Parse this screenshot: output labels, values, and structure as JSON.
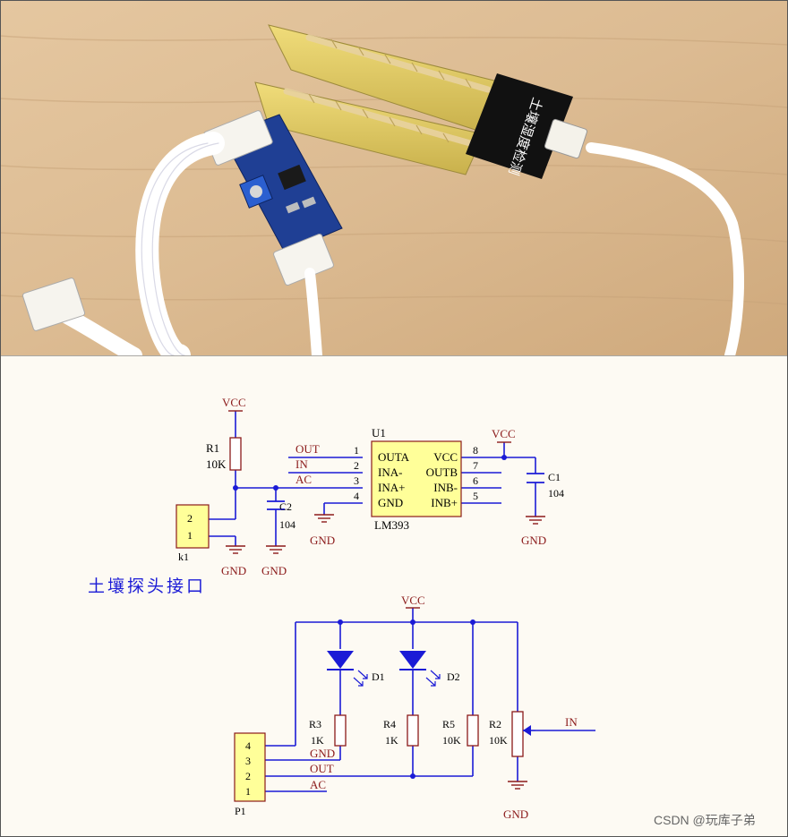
{
  "photo": {
    "module_label": "土壤湿度检测"
  },
  "schematic": {
    "comparator": {
      "designator": "U1",
      "part": "LM393",
      "pins_left": [
        {
          "num": "1",
          "name": "OUTA",
          "net": "OUT"
        },
        {
          "num": "2",
          "name": "INA-",
          "net": "IN"
        },
        {
          "num": "3",
          "name": "INA+",
          "net": "AC"
        },
        {
          "num": "4",
          "name": "GND",
          "net": ""
        }
      ],
      "pins_right": [
        {
          "num": "8",
          "name": "VCC"
        },
        {
          "num": "7",
          "name": "OUTB"
        },
        {
          "num": "6",
          "name": "INB-"
        },
        {
          "num": "5",
          "name": "INB+"
        }
      ]
    },
    "r1": {
      "designator": "R1",
      "value": "10K"
    },
    "c1": {
      "designator": "C1",
      "value": "104"
    },
    "c2": {
      "designator": "C2",
      "value": "104"
    },
    "r2": {
      "designator": "R2",
      "value": "10K"
    },
    "r3": {
      "designator": "R3",
      "value": "1K"
    },
    "r4": {
      "designator": "R4",
      "value": "1K"
    },
    "r5": {
      "designator": "R5",
      "value": "10K"
    },
    "d1": {
      "designator": "D1"
    },
    "d2": {
      "designator": "D2"
    },
    "k1": {
      "designator": "k1",
      "pins": [
        "2",
        "1"
      ]
    },
    "p1": {
      "designator": "P1",
      "pins": [
        "4",
        "3",
        "2",
        "1"
      ],
      "nets": [
        "GND",
        "OUT",
        "AC"
      ]
    },
    "power": {
      "vcc": "VCC",
      "gnd": "GND"
    },
    "net_in": "IN",
    "probe_caption": "土壤探头接口"
  },
  "watermark": "CSDN @玩库子弟",
  "colors": {
    "wire": "#1b1bd6",
    "component": "#8b1a1a",
    "chip_fill": "#ffff99",
    "label": "#000000"
  }
}
